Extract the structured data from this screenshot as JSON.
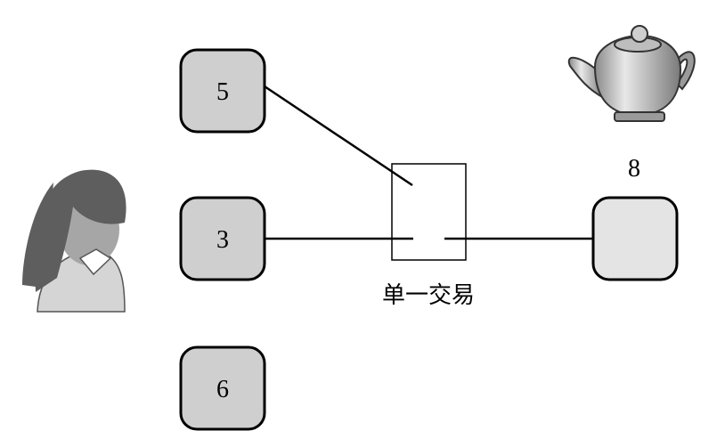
{
  "nodes": {
    "top": {
      "value": "5"
    },
    "middle": {
      "value": "3"
    },
    "bottom": {
      "value": "6"
    },
    "right": {
      "value": ""
    }
  },
  "right_label": "8",
  "switch_caption": "单一交易",
  "colors": {
    "box_fill": "#cfcfcf",
    "right_box_fill": "#e4e4e4",
    "stroke": "#000000",
    "hair": "#5e5e5e",
    "face": "#a6a6a6"
  },
  "icons": [
    "woman-icon",
    "teapot-icon",
    "switch-icon"
  ]
}
